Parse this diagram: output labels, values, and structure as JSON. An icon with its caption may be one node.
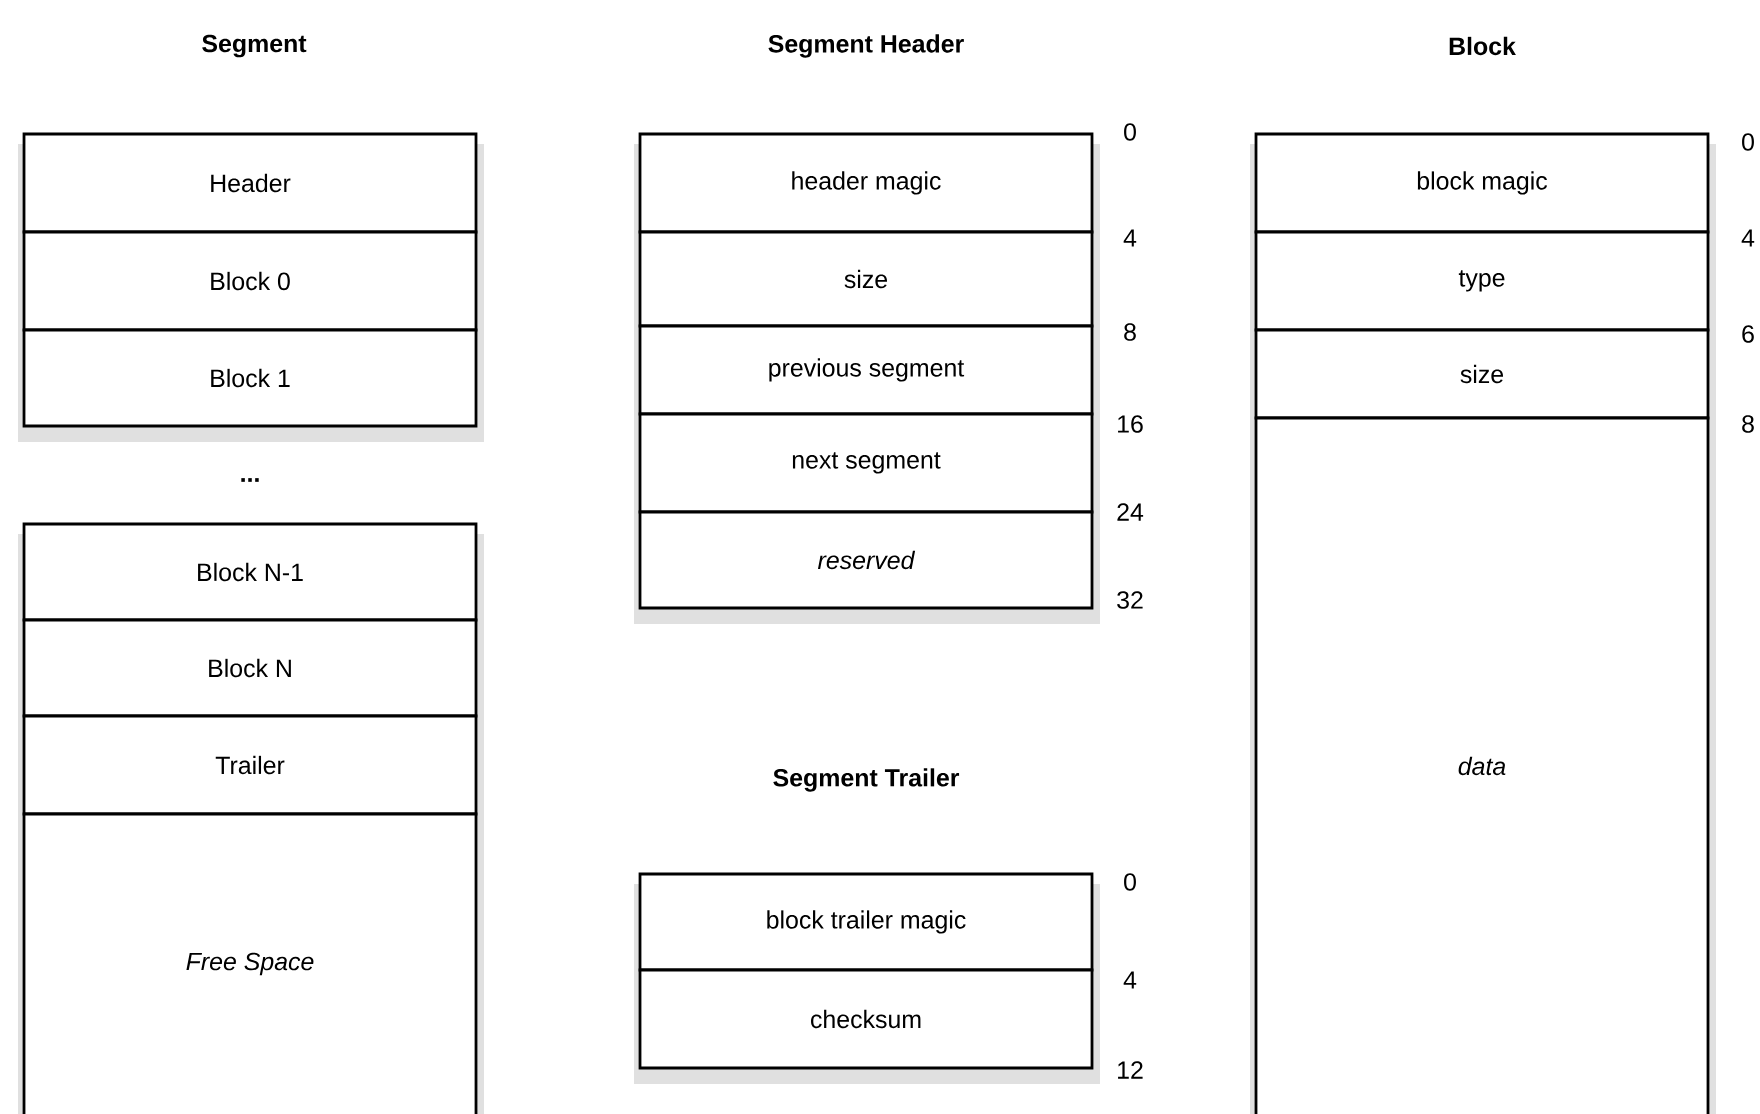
{
  "diagram": {
    "nodes": [
      {
        "text": [
          "Header"
        ]
      },
      {
        "text": [
          "Block 0"
        ]
      },
      {
        "text": [
          "Block 1"
        ]
      },
      {
        "text": [
          "Block N-1"
        ]
      },
      {
        "text": [
          "Block N"
        ]
      },
      {
        "text": [
          "Trailer"
        ]
      },
      {
        "text": [
          "Free Space"
        ]
      },
      {
        "text": [
          "header magic"
        ]
      },
      {
        "text": [
          "size"
        ]
      },
      {
        "text": [
          "previous segment"
        ]
      },
      {
        "text": [
          "next segment"
        ]
      },
      {
        "text": [
          "reserved"
        ]
      },
      {
        "text": [
          "block trailer magic"
        ]
      },
      {
        "text": [
          "checksum"
        ]
      },
      {
        "text": [
          "block magic"
        ]
      },
      {
        "text": [
          "type"
        ]
      },
      {
        "text": [
          "size"
        ]
      },
      {
        "text": [
          "data"
        ]
      }
    ],
    "labels": [
      "Segment",
      "Segment Header",
      "Block",
      "0",
      "4",
      "8",
      "16",
      "24",
      "32",
      "0",
      "4",
      "6",
      "8",
      "...",
      "Segment Trailer",
      "0",
      "4",
      "12"
    ]
  }
}
